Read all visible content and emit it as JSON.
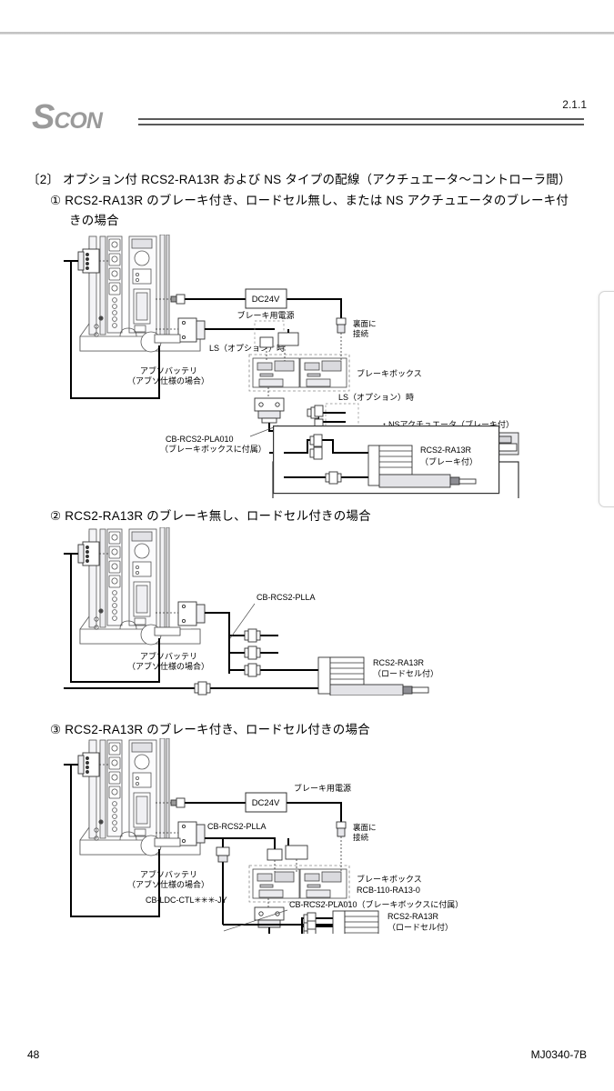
{
  "header": {
    "logo_s": "S",
    "logo_con": "CON",
    "section_number": "2.1.1"
  },
  "body": {
    "heading": "〔2〕 オプション付 RCS2-RA13R および NS タイプの配線（アクチュエータ～コントローラ間）",
    "item1_line1": "① RCS2-RA13R のブレーキ付き、ロードセル無し、または NS アクチュエータのブレーキ付",
    "item1_line2": "きの場合",
    "item2": "② RCS2-RA13R のブレーキ無し、ロードセル付きの場合",
    "item3": "③ RCS2-RA13R のブレーキ付き、ロードセル付きの場合"
  },
  "diagram1": {
    "dc24v": "DC24V",
    "brake_power": "ブレーキ用電源",
    "rear_connect_l1": "裏面に",
    "rear_connect_l2": "接続",
    "ls_option_left": "LS（オプション）時",
    "ls_option_right": "LS（オプション）時",
    "brake_box": "ブレーキボックス",
    "abs_battery_l1": "アブソバッテリ",
    "abs_battery_l2": "（アブソ仕様の場合）",
    "cable_pla010_l1": "CB-RCS2-PLA010",
    "cable_pla010_l2": "（ブレーキボックスに付属）",
    "ns_actuator": "・NSアクチュエータ（ブレーキ付）",
    "inset_label_l1": "RCS2-RA13R",
    "inset_label_l2": "（ブレーキ付）"
  },
  "diagram2": {
    "cable_plla": "CB-RCS2-PLLA",
    "abs_battery_l1": "アブソバッテリ",
    "abs_battery_l2": "（アブソ仕様の場合）",
    "actuator_l1": "RCS2-RA13R",
    "actuator_l2": "（ロードセル付）"
  },
  "diagram3": {
    "dc24v": "DC24V",
    "brake_power": "ブレーキ用電源",
    "rear_connect_l1": "裏面に",
    "rear_connect_l2": "接続",
    "cable_plla": "CB-RCS2-PLLA",
    "brake_box_l1": "ブレーキボックス",
    "brake_box_l2": "RCB-110-RA13-0",
    "abs_battery_l1": "アブソバッテリ",
    "abs_battery_l2": "（アブソ仕様の場合）",
    "cable_ldc": "CB-LDC-CTL✳✳✳-JY",
    "cable_pla010": "CB-RCS2-PLA010（ブレーキボックスに付属）",
    "actuator_l1": "RCS2-RA13R",
    "actuator_l2": "（ロードセル付）"
  },
  "footer": {
    "page_number": "48",
    "doc_id": "MJ0340-7B"
  },
  "colors": {
    "line": "#000000",
    "rule": "#5a5a5a",
    "logo": "#9a9a9a",
    "panel_fill": "#e9e9ec",
    "panel_stroke": "#4a4a4a",
    "tab_border": "#d4d4d4"
  }
}
